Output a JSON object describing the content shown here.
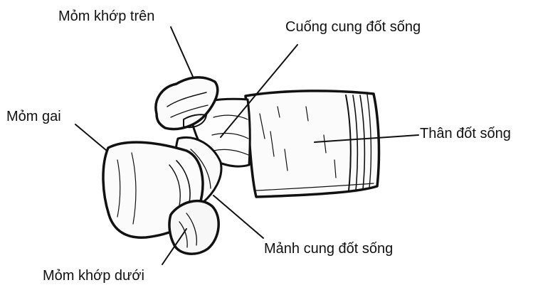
{
  "labels": {
    "superior_articular_process": "Mỏm khớp trên",
    "pedicle": "Cuống cung đốt sống",
    "spinous_process": "Mỏm gai",
    "vertebral_body": "Thân đốt sống",
    "lamina": "Mảnh cung đốt sống",
    "inferior_articular_process": "Mỏm khớp dưới"
  },
  "colors": {
    "ink": "#111111",
    "background": "#ffffff"
  }
}
